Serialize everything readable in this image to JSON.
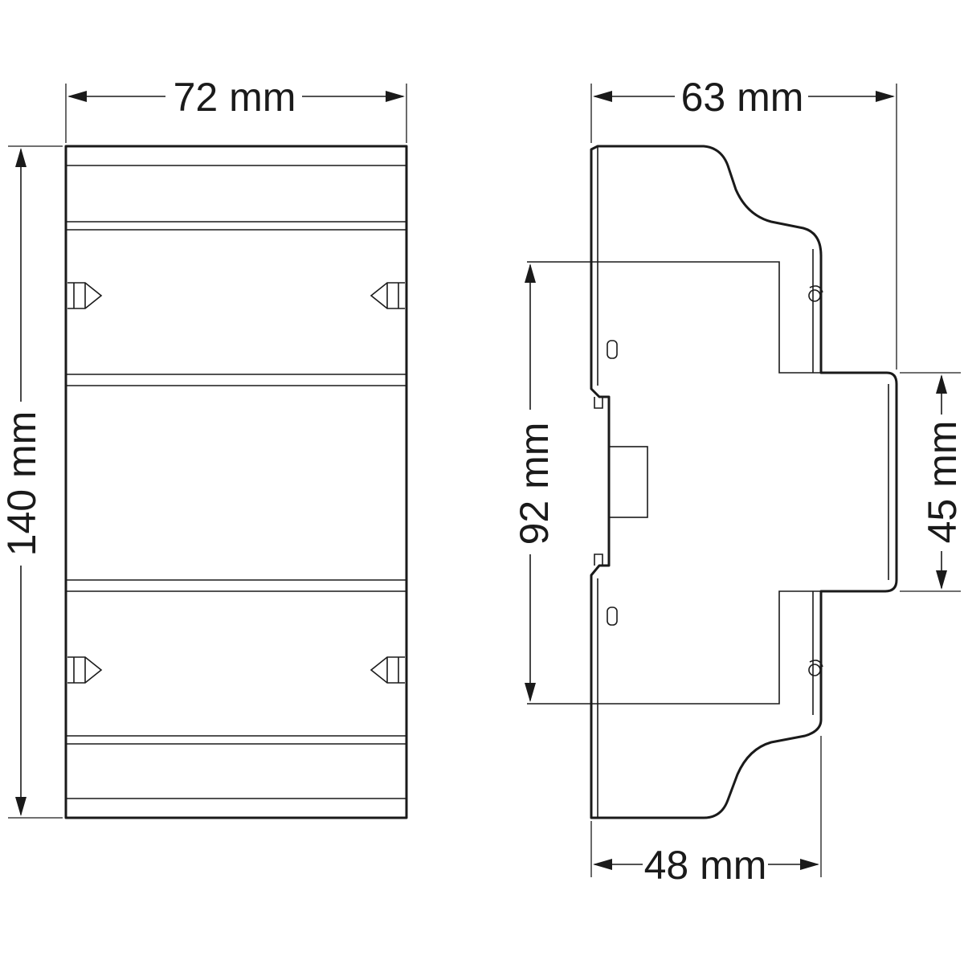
{
  "dimensions": {
    "front_width": "72 mm",
    "front_height": "140 mm",
    "side_depth": "63 mm",
    "side_base_depth": "48 mm",
    "rail_height": "92 mm",
    "front_face_height": "45 mm"
  },
  "colors": {
    "line": "#1a1a1a",
    "background": "#ffffff"
  }
}
